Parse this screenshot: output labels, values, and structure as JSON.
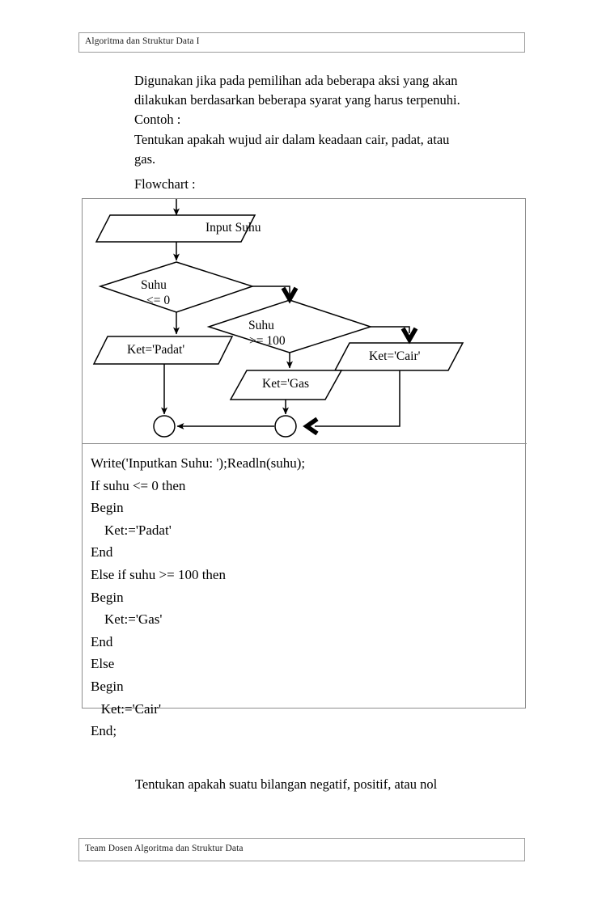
{
  "header": {
    "title": "Algoritma dan Struktur Data I"
  },
  "intro": {
    "paragraph": "Digunakan jika pada pemilihan ada beberapa aksi yang akan\ndilakukan berdasarkan beberapa syarat yang harus terpenuhi.\nContoh :\nTentukan apakah wujud air dalam keadaan cair, padat, atau\ngas.",
    "flowchart_label": "Flowchart :"
  },
  "flowchart": {
    "nodes": [
      {
        "id": "input-suhu",
        "shape": "parallelogram",
        "label": "Input Suhu"
      },
      {
        "id": "decision-1",
        "shape": "diamond",
        "label_line1": "Suhu",
        "label_line2": "<= 0"
      },
      {
        "id": "decision-2",
        "shape": "diamond",
        "label_line1": "Suhu",
        "label_line2": ">= 100"
      },
      {
        "id": "out-padat",
        "shape": "parallelogram",
        "label": "Ket='Padat'"
      },
      {
        "id": "out-gas",
        "shape": "parallelogram",
        "label": "Ket='Gas"
      },
      {
        "id": "out-cair",
        "shape": "parallelogram",
        "label": "Ket='Cair'"
      },
      {
        "id": "connector-1",
        "shape": "circle",
        "label": ""
      },
      {
        "id": "connector-2",
        "shape": "circle",
        "label": ""
      }
    ]
  },
  "code": {
    "lines": "Write('Inputkan Suhu: ');Readln(suhu);\nIf suhu <= 0 then\nBegin\n    Ket:='Padat'\nEnd\nElse if suhu >= 100 then\nBegin\n    Ket:='Gas'\nEnd\nElse\nBegin\n   Ket:='Cair'\nEnd;"
  },
  "closing": {
    "text": "Tentukan apakah suatu bilangan negatif, positif, atau nol"
  },
  "footer": {
    "text": "Team Dosen Algoritma dan Struktur Data"
  },
  "colors": {
    "ink": "#000000",
    "frame": "#8d8d8d",
    "band_border": "#9b9b9b",
    "page": "#ffffff"
  }
}
